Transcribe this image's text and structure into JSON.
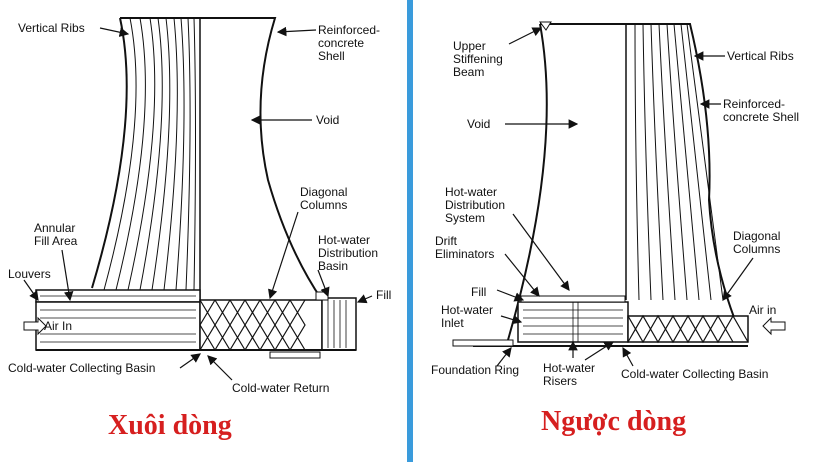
{
  "colors": {
    "divider": "#3a9bdc",
    "caption": "#d61f1f",
    "ink": "#111111"
  },
  "left": {
    "caption": "Xuôi dòng",
    "labels": {
      "vertical_ribs": "Vertical Ribs",
      "shell": "Reinforced-\nconcrete\nShell",
      "void": "Void",
      "diagonal_columns": "Diagonal\nColumns",
      "annular_fill_area": "Annular\nFill Area",
      "hot_water_basin": "Hot-water\nDistribution\nBasin",
      "louvers": "Louvers",
      "fill": "Fill",
      "air_in": "Air In",
      "cold_water_basin": "Cold-water Collecting Basin",
      "cold_water_return": "Cold-water Return"
    }
  },
  "right": {
    "caption": "Ngược dòng",
    "labels": {
      "upper_beam": "Upper\nStiffening\nBeam",
      "vertical_ribs": "Vertical Ribs",
      "shell": "Reinforced-\nconcrete Shell",
      "void": "Void",
      "hot_water_system": "Hot-water\nDistribution\nSystem",
      "drift_eliminators": "Drift\nEliminators",
      "fill": "Fill",
      "hot_water_inlet": "Hot-water\nInlet",
      "diagonal_columns": "Diagonal\nColumns",
      "air_in": "Air in",
      "foundation_ring": "Foundation Ring",
      "hot_water_risers": "Hot-water\nRisers",
      "cold_water_basin": "Cold-water Collecting Basin"
    }
  }
}
